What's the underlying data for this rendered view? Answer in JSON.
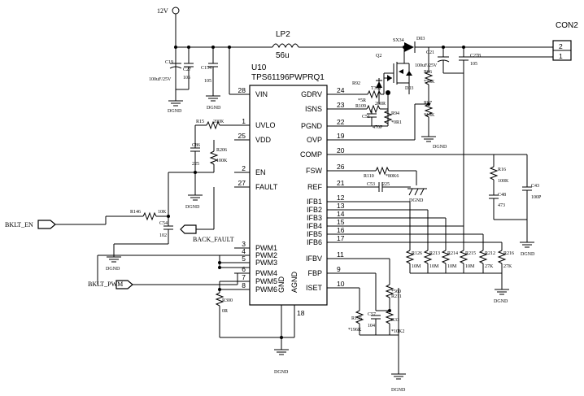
{
  "power": {
    "input": "12V"
  },
  "nets": {
    "dgnd": "DGND",
    "bklt_en": "BKLT_EN",
    "bklt_pwm": "BKLT_PWM",
    "back_fault": "BACK_FAULT"
  },
  "ic": {
    "ref": "U10",
    "part": "TPS61196PWPRQ1",
    "left_pins": [
      {
        "num": "28",
        "name": "VIN"
      },
      {
        "num": "1",
        "name": "UVLO"
      },
      {
        "num": "25",
        "name": "VDD"
      },
      {
        "num": "2",
        "name": "EN"
      },
      {
        "num": "27",
        "name": "FAULT"
      },
      {
        "num": "3",
        "name": "PWM1"
      },
      {
        "num": "4",
        "name": "PWM2"
      },
      {
        "num": "5",
        "name": "PWM3"
      },
      {
        "num": "6",
        "name": "PWM4"
      },
      {
        "num": "7",
        "name": "PWM5"
      },
      {
        "num": "8",
        "name": "PWM6"
      }
    ],
    "right_pins": [
      {
        "num": "24",
        "name": "GDRV"
      },
      {
        "num": "23",
        "name": "ISNS"
      },
      {
        "num": "22",
        "name": "PGND"
      },
      {
        "num": "19",
        "name": "OVP"
      },
      {
        "num": "20",
        "name": "COMP"
      },
      {
        "num": "26",
        "name": "FSW"
      },
      {
        "num": "21",
        "name": "REF"
      },
      {
        "num": "12",
        "name": "IFB1"
      },
      {
        "num": "13",
        "name": "IFB2"
      },
      {
        "num": "14",
        "name": "IFB3"
      },
      {
        "num": "15",
        "name": "IFB4"
      },
      {
        "num": "16",
        "name": "IFB5"
      },
      {
        "num": "17",
        "name": "IFB6"
      },
      {
        "num": "11",
        "name": "IFBV"
      },
      {
        "num": "9",
        "name": "FBP"
      },
      {
        "num": "10",
        "name": "ISET"
      }
    ],
    "bottom_pins": [
      {
        "num": "",
        "name": "GND"
      },
      {
        "num": "18",
        "name": "AGND"
      }
    ]
  },
  "components": {
    "lp2": {
      "ref": "LP2",
      "value": "56u"
    },
    "c19": {
      "ref": "C19",
      "value": "100uF/25V"
    },
    "c27": {
      "ref": "C27",
      "value": "105"
    },
    "c154": {
      "ref": "C154",
      "value": "105"
    },
    "d03": {
      "ref": "D03",
      "part": "SX34"
    },
    "c21": {
      "ref": "C21",
      "value": "100uF/25V"
    },
    "c278": {
      "ref": "C278",
      "value": "105"
    },
    "con2": {
      "ref": "CON2",
      "pin_top": "2",
      "pin_bottom": "1"
    },
    "q2": {
      "ref": "Q2"
    },
    "t301": {
      "ref": "T301"
    },
    "zener": {
      "ref": "D03"
    },
    "r92": {
      "ref": "R92",
      "value": "*5R"
    },
    "r96": {
      "ref": "R96",
      "value": "*75K"
    },
    "r97": {
      "ref": "R97",
      "value": "*10K"
    },
    "r109": {
      "ref": "R109",
      "value": "200R"
    },
    "c51": {
      "ref": "C51",
      "value": "470P"
    },
    "r94": {
      "ref": "R94",
      "value": "*0R1"
    },
    "r15": {
      "ref": "R15",
      "value": "200K"
    },
    "c86": {
      "ref": "C86",
      "value": "225"
    },
    "r206": {
      "ref": "R206",
      "value": "100K"
    },
    "r146": {
      "ref": "R146",
      "value": "10K"
    },
    "c54": {
      "ref": "C54",
      "value": "102"
    },
    "r300": {
      "ref": "R300",
      "value": "0R"
    },
    "r16": {
      "ref": "R16",
      "value": "100K"
    },
    "c48": {
      "ref": "C48",
      "value": "473"
    },
    "c43": {
      "ref": "C43",
      "value": "100P"
    },
    "r110": {
      "ref": "R110",
      "value": "*80K6"
    },
    "c53": {
      "ref": "C53",
      "value": "225"
    },
    "ifb_resistors": [
      {
        "ref": "R126",
        "value": "10M"
      },
      {
        "ref": "R213",
        "value": "10M"
      },
      {
        "ref": "R214",
        "value": "10M"
      },
      {
        "ref": "R215",
        "value": "10M"
      },
      {
        "ref": "R212",
        "value": "27K"
      },
      {
        "ref": "R216",
        "value": "27K"
      }
    ],
    "r211": {
      "ref": "R211",
      "value": "*560"
    },
    "r33": {
      "ref": "R33",
      "value": "*10K2"
    },
    "c57": {
      "ref": "C57",
      "value": "104"
    },
    "r135": {
      "ref": "R135",
      "value": "*196K"
    }
  }
}
